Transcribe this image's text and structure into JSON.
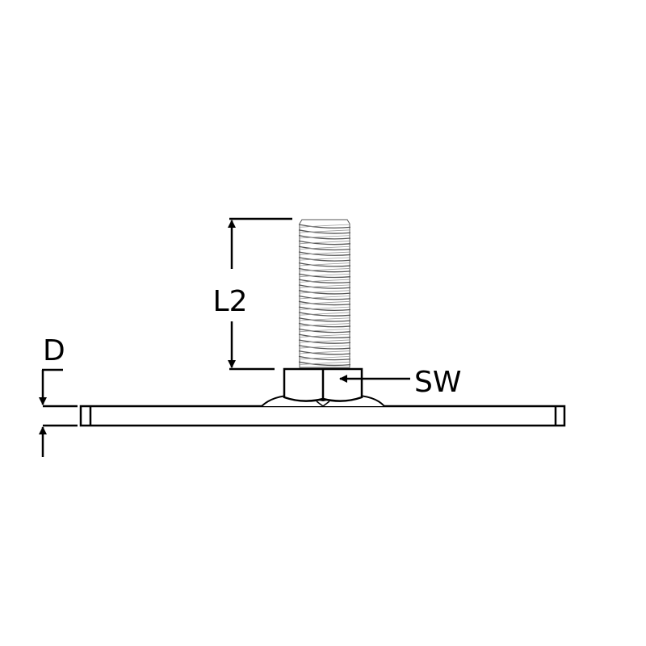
{
  "labels": {
    "length": "L2",
    "wrench_size": "SW",
    "thickness": "D"
  },
  "colors": {
    "line": "#000000",
    "thread": "#555555",
    "background": "#ffffff"
  },
  "thread_count": 26
}
